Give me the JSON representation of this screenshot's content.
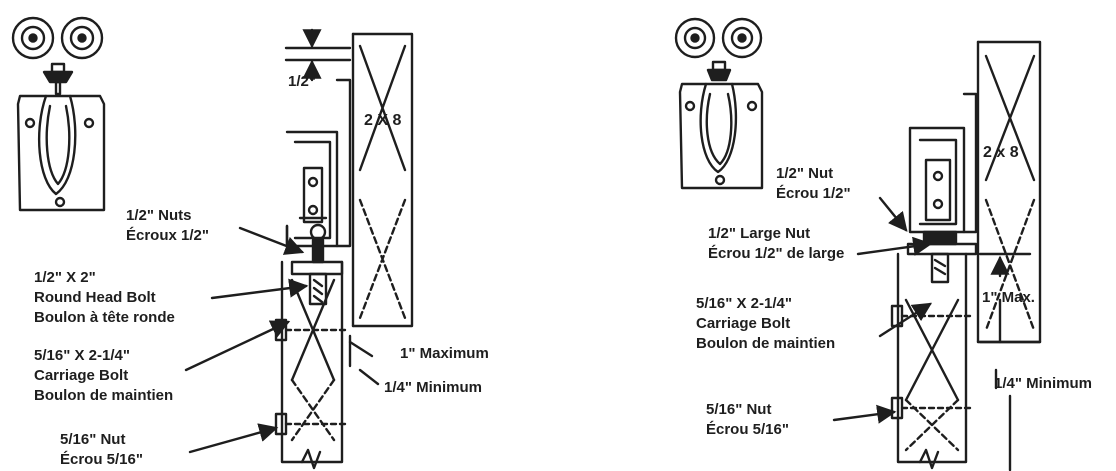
{
  "left_diagram": {
    "dim_top": "1/2\"",
    "beam_label": "2 X 8",
    "nuts_line1": "1/2\" Nuts",
    "nuts_line2": "Écroux 1/2\"",
    "bolt_line1": "1/2\" X 2\"",
    "bolt_line2": "Round Head Bolt",
    "bolt_line3": "Boulon à tête ronde",
    "carriage_line1": "5/16\" X 2-1/4\"",
    "carriage_line2": "Carriage Bolt",
    "carriage_line3": "Boulon de maintien",
    "max_label": "1\" Maximum",
    "min_label": "1/4\" Minimum",
    "nut_line1": "5/16\" Nut",
    "nut_line2": "Écrou 5/16\""
  },
  "right_diagram": {
    "beam_label": "2 x 8",
    "nut_line1": "1/2\" Nut",
    "nut_line2": "Écrou 1/2\"",
    "large_nut_line1": "1/2\" Large Nut",
    "large_nut_line2": "Écrou 1/2\" de large",
    "carriage_line1": "5/16\" X 2-1/4\"",
    "carriage_line2": "Carriage Bolt",
    "carriage_line3": "Boulon de maintien",
    "max_label": "1\" Max.",
    "min_label": "1/4\" Minimum",
    "small_nut_line1": "5/16\" Nut",
    "small_nut_line2": "Écrou 5/16\""
  },
  "colors": {
    "ink": "#1e1e1e",
    "paper": "#ffffff"
  }
}
